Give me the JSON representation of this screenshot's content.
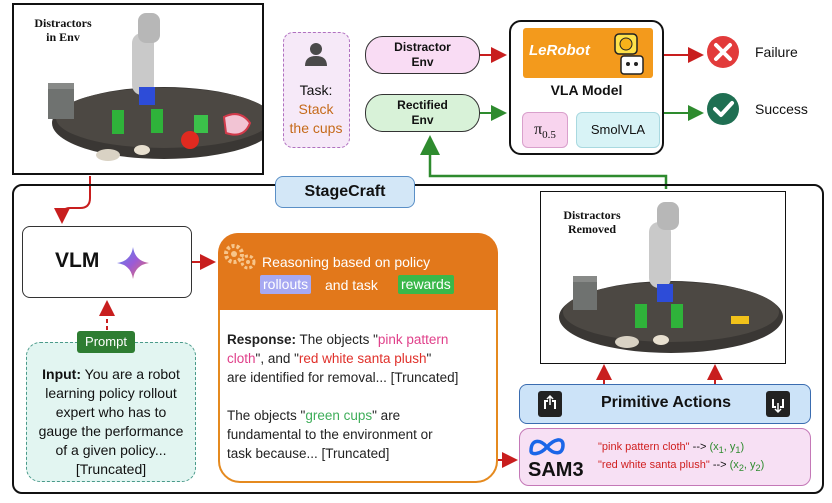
{
  "top": {
    "scene_title_line1": "Distractors",
    "scene_title_line2": "in Env",
    "task_label": "Task:",
    "task_line1": "Stack",
    "task_line2": "the cups",
    "distractor_env_line1": "Distractor",
    "distractor_env_line2": "Env",
    "rectified_env_line1": "Rectified",
    "rectified_env_line2": "Env",
    "lerobot_text": "LeRobot",
    "vla_title": "VLA Model",
    "pi_label": "π",
    "pi_sub": "0.5",
    "smolvla_label": "SmolVLA",
    "failure_label": "Failure",
    "success_label": "Success"
  },
  "stagecraft": {
    "title": "StageCraft",
    "vlm_label": "VLM",
    "prompt_tag": "Prompt",
    "prompt_input_label": "Input:",
    "prompt_lines": [
      " You are a robot",
      "learning policy rollout",
      "expert who has to",
      "gauge the performance",
      "of a given policy...",
      "[Truncated]"
    ],
    "reason_line1": "Reasoning based on policy",
    "reason_rollouts": "rollouts",
    "reason_and_task": "and task",
    "reason_rewards": "rewards",
    "response_label": "Response:",
    "response_t1": " The objects \"",
    "response_obj1": "pink pattern",
    "response_obj1b": "cloth",
    "response_t2": "\", and \"",
    "response_obj2": "red white santa plush",
    "response_t3": "\"",
    "response_t4": "are identified for removal... [Truncated]",
    "p2_t1": "The objects \"",
    "p2_obj": "green cups",
    "p2_t2": "\" are",
    "p2_line2": "fundamental to the environment or",
    "p2_line3": "task because... [Truncated]",
    "removed_title_line1": "Distractors",
    "removed_title_line2": "Removed",
    "primitive_actions": "Primitive Actions",
    "sam_label": "SAM3",
    "sam_item1": "\"pink pattern cloth\"",
    "sam_item1_arrow": " --> ",
    "sam_item1_coord": "(x",
    "sam_item1_sub_x": "1",
    "sam_item1_mid": ", y",
    "sam_item1_sub_y": "1",
    "sam_item1_end": ")",
    "sam_item2": "\"red white santa plush\"",
    "sam_item2_arrow": " --> ",
    "sam_item2_coord": "(x",
    "sam_item2_sub_x": "2",
    "sam_item2_mid": ", y",
    "sam_item2_sub_y": "2",
    "sam_item2_end": ")"
  },
  "colors": {
    "failure": "#e23b3b",
    "success": "#1f6f52",
    "arrow_red": "#c81e1e",
    "arrow_green": "#2e8b2e",
    "pink_text": "#e0408a",
    "red_text": "#e0302a",
    "green_text": "#3fae5a",
    "sam_green": "#2e8b2e",
    "sam_red": "#d02020"
  }
}
